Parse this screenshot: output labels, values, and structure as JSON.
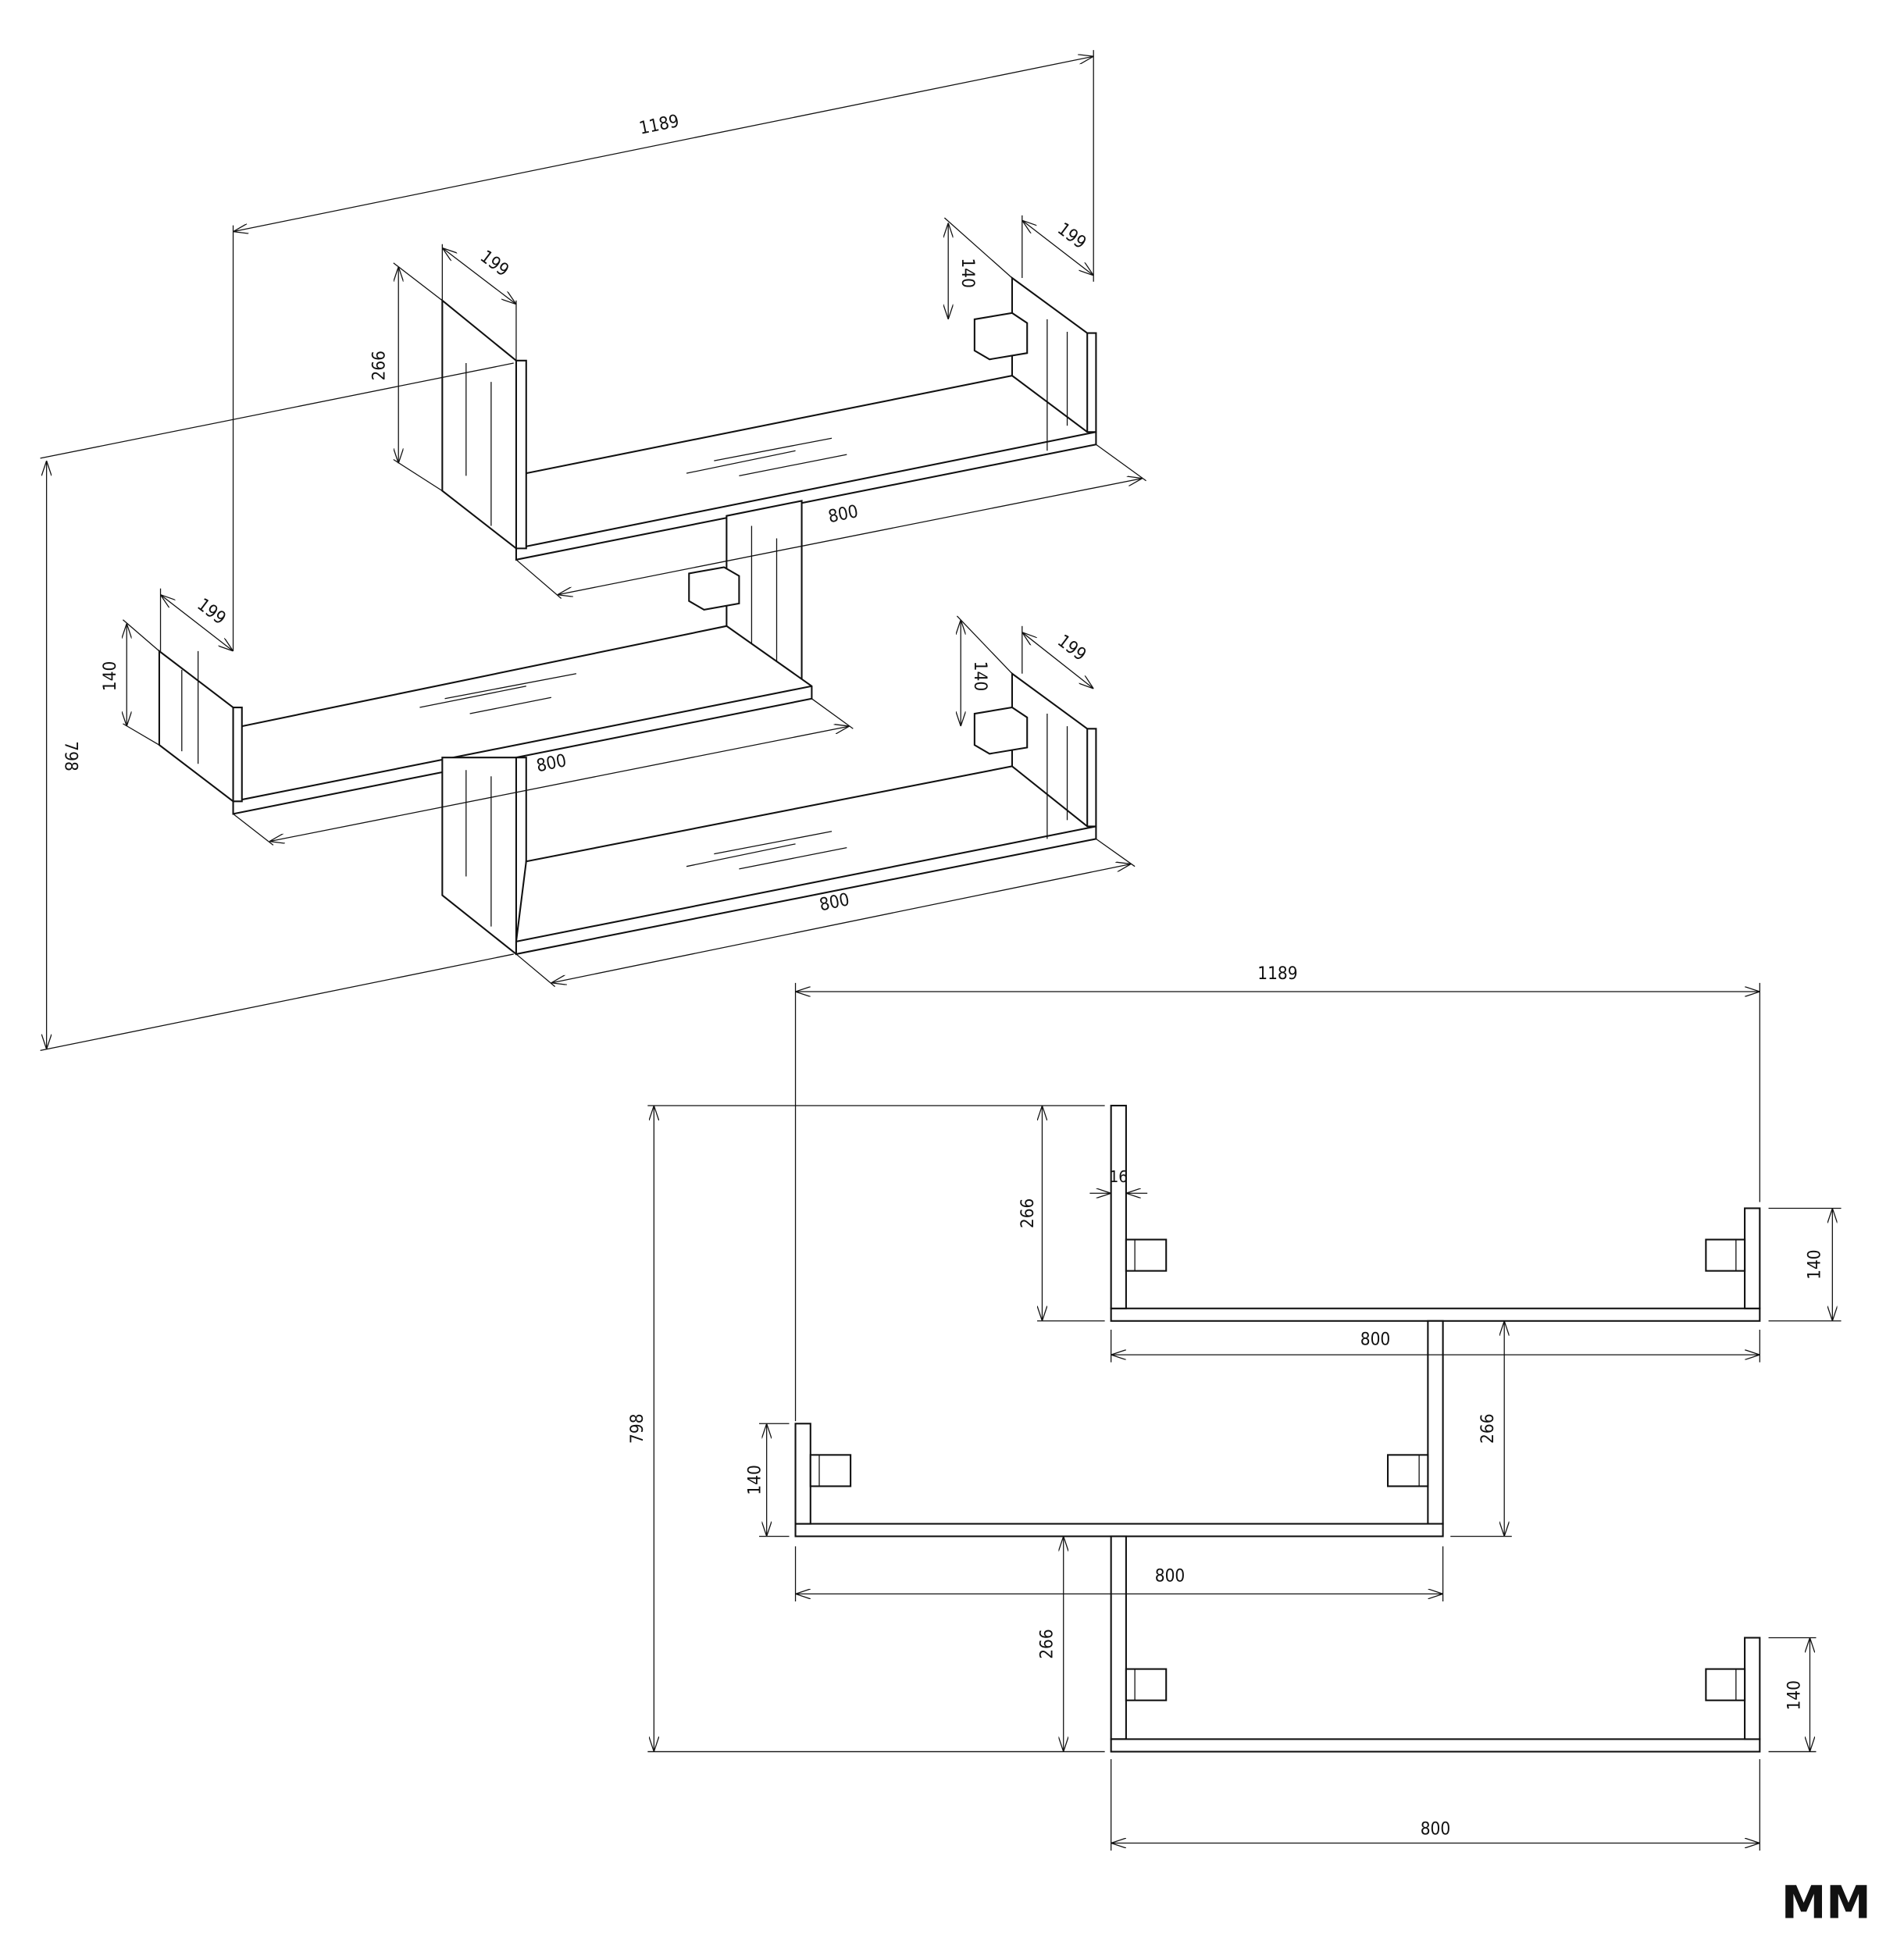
{
  "logo": "MM",
  "isometric_view": {
    "total_width": "1189",
    "total_height": "798",
    "top_panel_height": "266",
    "side_depths": [
      "199",
      "199",
      "199",
      "199"
    ],
    "side_heights": [
      "140",
      "140",
      "140"
    ],
    "shelf_lengths": [
      "800",
      "800",
      "800"
    ]
  },
  "front_view": {
    "total_width": "1189",
    "total_height": "798",
    "panel_thickness": "16",
    "heights_266": [
      "266",
      "266",
      "266"
    ],
    "heights_140": [
      "140",
      "140",
      "140"
    ],
    "shelf_lengths": [
      "800",
      "800",
      "800"
    ]
  },
  "colors": {
    "line": "#111111",
    "background": "#ffffff"
  }
}
